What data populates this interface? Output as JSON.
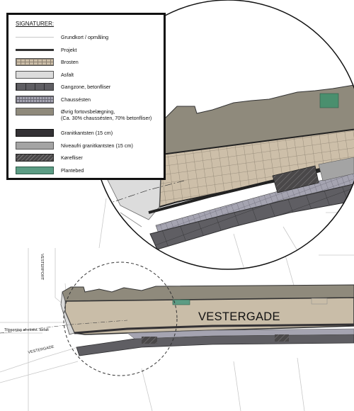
{
  "legend": {
    "title": "SIGNATURER:",
    "items": [
      {
        "label": "Grundkort / opmåling",
        "swatch": "thin-line"
      },
      {
        "label": "Projekt",
        "swatch": "thick-line"
      },
      {
        "label": "Brosten",
        "swatch": "grid-beige"
      },
      {
        "label": "Asfalt",
        "swatch": "light-grey"
      },
      {
        "label": "Gangzone, betonfliser",
        "swatch": "dark-grey-slabs"
      },
      {
        "label": "Chaussésten",
        "swatch": "fine-grid"
      },
      {
        "label": "Øvrig fortovsbelægning,\n(Ca. 30% chaussésten, 70% betonfliser)",
        "swatch": "warm-grey"
      },
      {
        "label": "Granitkantsten (15 cm)",
        "swatch": "black"
      },
      {
        "label": "Niveaufri granitkantsten (15 cm)",
        "swatch": "mid-grey"
      },
      {
        "label": "Kørefliser",
        "swatch": "hatched"
      },
      {
        "label": "Plantebed",
        "swatch": "green"
      }
    ]
  },
  "map": {
    "street_main": "VESTERGADE",
    "street_low": "VESTERGADE",
    "street_vert": "VESTERPORT",
    "note": "Tilpasning af eksist. asfalt"
  },
  "colors": {
    "brosten": "#cdbfa9",
    "asfalt": "#dcdcdc",
    "gangzone": "#5f5e63",
    "chausse": "#a5a4b1",
    "ovrig": "#8f8a7c",
    "granit": "#333134",
    "niveau": "#a4a4a4",
    "plantebed": "#5c9c84",
    "projekt": "#333333",
    "grundkort": "#c8c8c8"
  }
}
